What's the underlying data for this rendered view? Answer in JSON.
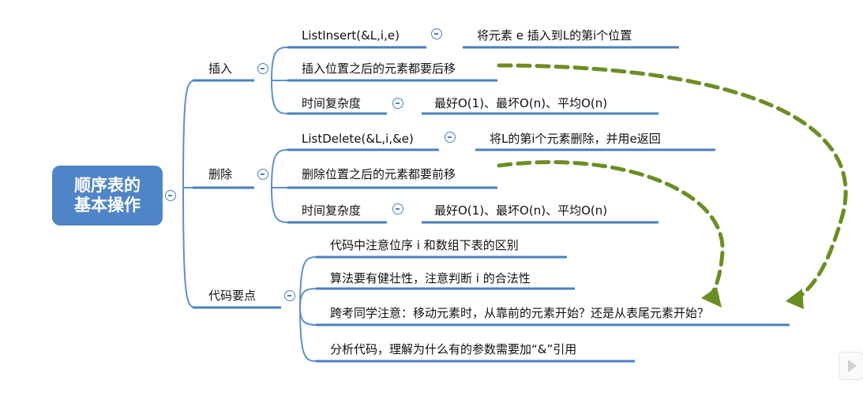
{
  "root": {
    "line1": "顺序表的",
    "line2": "基本操作"
  },
  "branches": [
    {
      "label": "插入",
      "items": [
        {
          "text": "ListInsert(&L,i,e)",
          "detail": "将元素 e 插入到L的第i个位置"
        },
        {
          "text": "插入位置之后的元素都要后移"
        },
        {
          "text": "时间复杂度",
          "detail": "最好O(1)、最坏O(n)、平均O(n)"
        }
      ]
    },
    {
      "label": "删除",
      "items": [
        {
          "text": "ListDelete(&L,i,&e)",
          "detail": "将L的第i个元素删除，并用e返回"
        },
        {
          "text": "删除位置之后的元素都要前移"
        },
        {
          "text": "时间复杂度",
          "detail": "最好O(1)、最坏O(n)、平均O(n)"
        }
      ]
    },
    {
      "label": "代码要点",
      "items": [
        {
          "text": "代码中注意位序 i 和数组下表的区别"
        },
        {
          "text": "算法要有健壮性，注意判断 i 的合法性"
        },
        {
          "text": "跨考同学注意：移动元素时，从靠前的元素开始？还是从表尾元素开始？"
        },
        {
          "text": "分析代码，理解为什么有的参数需要加“&”引用"
        }
      ]
    }
  ],
  "colors": {
    "line": "#5b8fd1",
    "underline": "#4a7fc0",
    "root": "#4f85c6",
    "arrow": "#6b8e23"
  },
  "icons": {
    "collapse": "collapse-minus-icon",
    "video": "video-play-icon"
  }
}
